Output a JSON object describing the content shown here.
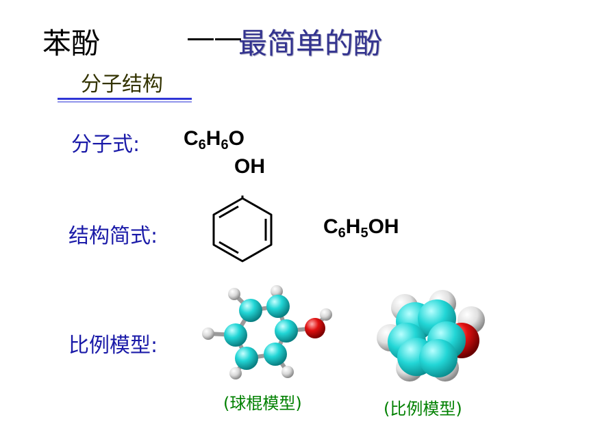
{
  "title": {
    "main": "苯酚",
    "dash": "——",
    "sub": "最简单的酚"
  },
  "section": {
    "heading": "分子结构"
  },
  "formula": {
    "label": "分子式:",
    "c": "C",
    "c_count": "6",
    "h": "H",
    "h_count": "6",
    "o": "O"
  },
  "structure": {
    "label": "结构简式:",
    "oh_label": "OH",
    "c": "C",
    "c_count": "6",
    "h": "H",
    "h_count": "5",
    "oh": "OH"
  },
  "models": {
    "label": "比例模型:",
    "ball_stick_caption": "(球棍模型)",
    "space_fill_caption": "(比例模型)"
  },
  "colors": {
    "title_sub": "#33338f",
    "label_blue": "#1a1aa8",
    "caption_green": "#008000",
    "carbon": "#22d6d6",
    "oxygen": "#e01010",
    "hydrogen": "#e6e6e6"
  }
}
